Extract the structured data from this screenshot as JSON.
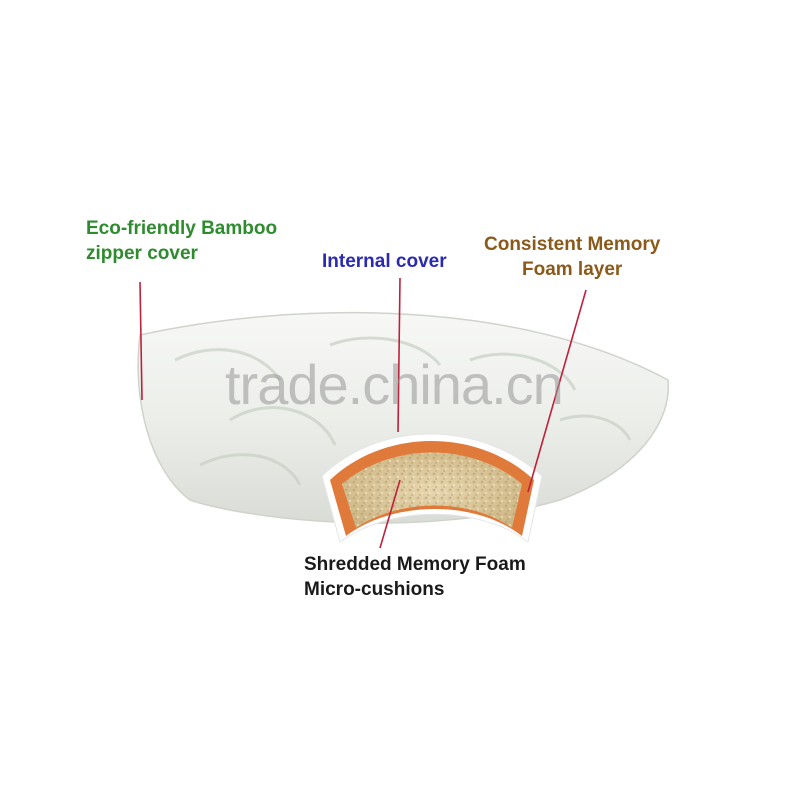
{
  "colors": {
    "bamboo_label": "#2e8b2e",
    "internal_label": "#2b2bb0",
    "memory_layer_label": "#8b5a1a",
    "shredded_label": "#1a1a1a",
    "pointer_line": "#c0203a",
    "foam_outer": "#e07a3a",
    "foam_fill": "#d8c49a",
    "pillow": "#eef0ec"
  },
  "labels": {
    "bamboo_cover": [
      "Eco-friendly Bamboo",
      "zipper cover"
    ],
    "internal_cover": "Internal cover",
    "memory_foam_layer": [
      "Consistent Memory",
      "Foam layer"
    ],
    "shredded_foam": [
      "Shredded Memory Foam",
      "Micro-cushions"
    ]
  },
  "watermark": "trade.china.cn"
}
